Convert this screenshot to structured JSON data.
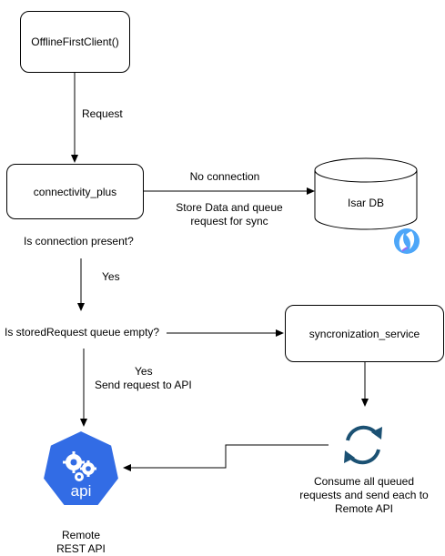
{
  "nodes": {
    "client": "OfflineFirstClient()",
    "connectivity": "connectivity_plus",
    "isar": "Isar DB",
    "sync_service": "syncronization_service"
  },
  "labels": {
    "request": "Request",
    "no_connection": "No connection",
    "store_line1": "Store Data and queue",
    "store_line2": "request for sync",
    "is_connection": "Is connection present?",
    "yes1": "Yes",
    "is_queue_empty": "Is storedRequest queue empty?",
    "yes2": "Yes",
    "send_request": "Send request to API",
    "consume_line1": "Consume all queued",
    "consume_line2": "requests and send each to",
    "consume_line3": "Remote API",
    "remote_line1": "Remote",
    "remote_line2": "REST API",
    "api_icon_text": "api"
  },
  "colors": {
    "api_blue": "#326CE5",
    "sync_teal": "#1B4F72",
    "isar_blue": "#3FA9F5",
    "isar_purple": "#7B61FF"
  }
}
